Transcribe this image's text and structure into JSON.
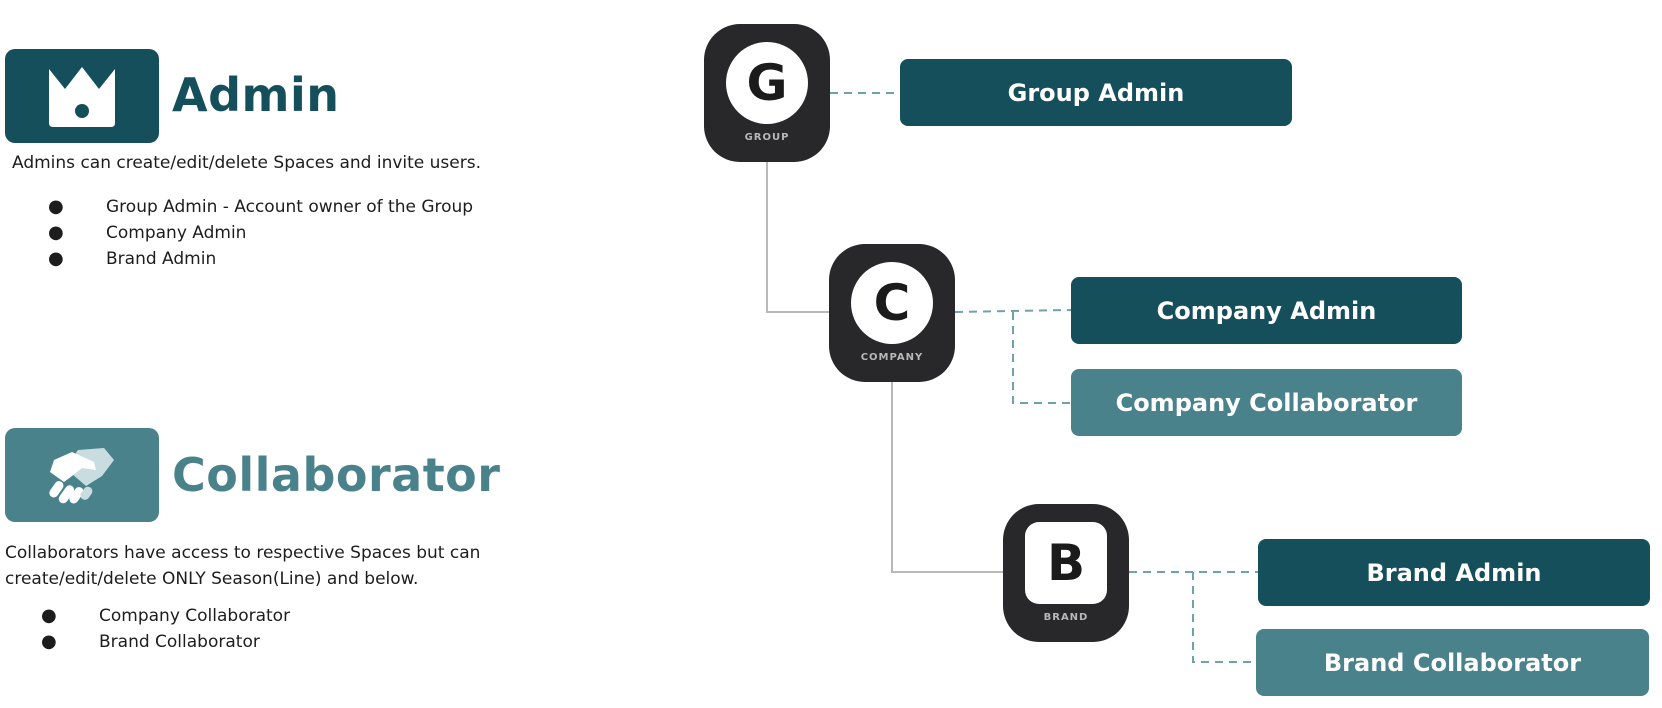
{
  "colors": {
    "admin": "#154f5b",
    "collaborator": "#4a828c",
    "node": "#28282a",
    "solid_connector": "#b9b9b9",
    "dashed_connector": "#6fa2ab"
  },
  "legend": {
    "admin": {
      "icon": "crown-icon",
      "title": "Admin",
      "description_lines": [
        "Admins can create/edit/delete Spaces and invite users."
      ],
      "bullets": [
        "Group Admin - Account owner of the Group",
        "Company Admin",
        "Brand Admin"
      ]
    },
    "collaborator": {
      "icon": "handshake-icon",
      "title": "Collaborator",
      "description_lines": [
        "Collaborators have access to respective Spaces but can",
        "create/edit/delete ONLY Season(Line) and below."
      ],
      "bullets": [
        "Company Collaborator",
        "Brand Collaborator"
      ]
    }
  },
  "bullet_char": "●",
  "diagram": {
    "levels": [
      {
        "letter": "G",
        "caption": "GROUP",
        "badge_shape": "circle",
        "roles": [
          {
            "label": "Group Admin",
            "kind": "admin"
          }
        ]
      },
      {
        "letter": "C",
        "caption": "COMPANY",
        "badge_shape": "circle",
        "roles": [
          {
            "label": "Company Admin",
            "kind": "admin"
          },
          {
            "label": "Company Collaborator",
            "kind": "collaborator"
          }
        ]
      },
      {
        "letter": "B",
        "caption": "BRAND",
        "badge_shape": "square",
        "roles": [
          {
            "label": "Brand Admin",
            "kind": "admin"
          },
          {
            "label": "Brand Collaborator",
            "kind": "collaborator"
          }
        ]
      }
    ]
  }
}
